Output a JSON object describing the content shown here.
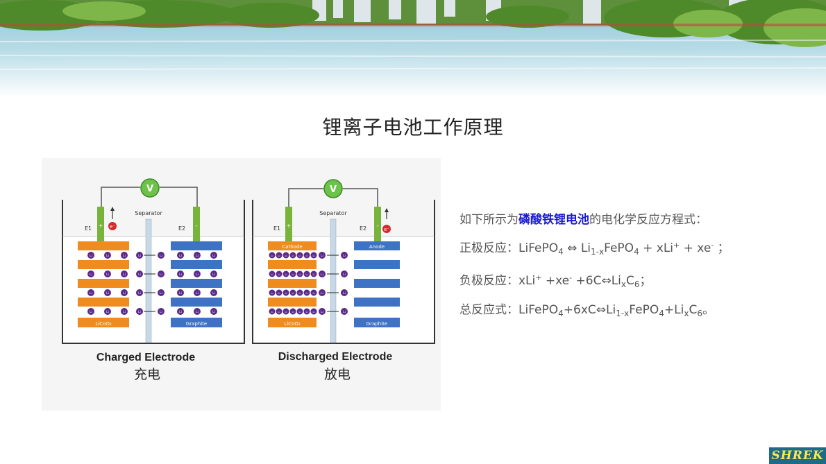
{
  "slide": {
    "title": "锂离子电池工作原理"
  },
  "diagram": {
    "charged": {
      "caption_en": "Charged Electrode",
      "caption_cn": "充电",
      "voltmeter": "V",
      "separator": "Separator",
      "e1": "E1",
      "e2": "E2",
      "plus": "+",
      "minus": "-",
      "electron": "e⁻",
      "left_label": "LiCoO₂",
      "right_label": "Graphite",
      "li": "Li",
      "li_ion": "Li⁺"
    },
    "discharged": {
      "caption_en": "Discharged Electrode",
      "caption_cn": "放电",
      "voltmeter": "V",
      "separator": "Separator",
      "e1": "E1",
      "e2": "E2",
      "plus": "+",
      "minus": "-",
      "electron": "e⁻",
      "left_top_label": "Cathode",
      "left_bottom_label": "LiCoO₂",
      "right_top_label": "Anode",
      "right_bottom_label": "Graphite",
      "li": "Li",
      "li_ion": "Li⁺"
    }
  },
  "equations": {
    "intro_prefix": "如下所示为",
    "intro_highlight": "磷酸铁锂电池",
    "intro_suffix": "的电化学反应方程式：",
    "positive_label": "正极反应：",
    "negative_label": "负极反应：",
    "total_label": "总反应式："
  },
  "logo": {
    "text": "SHREK"
  },
  "colors": {
    "cathode": "#f08c1e",
    "anode": "#3d72c4",
    "electrode_rod": "#78b43c",
    "voltmeter": "#6cc24a",
    "li_ion": "#5a2a8a",
    "separator": "#c8d8e8",
    "highlight": "#1a1ad6"
  }
}
